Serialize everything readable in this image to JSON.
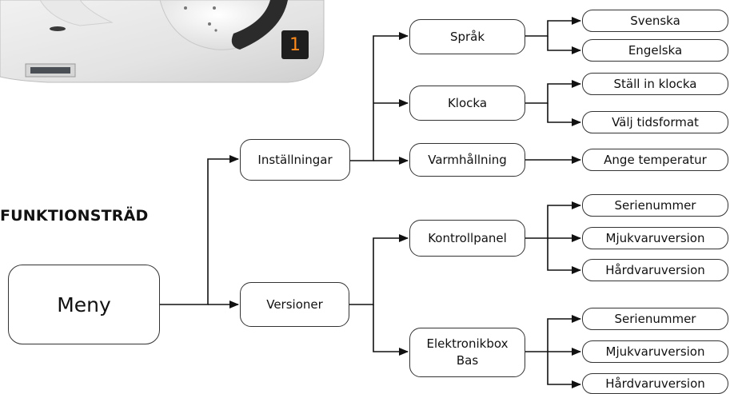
{
  "badge": {
    "number": "1"
  },
  "title": "FUNKTIONSTRÄD",
  "root": "Meny",
  "settings": {
    "label": "Inställningar",
    "sprak": {
      "label": "Språk",
      "children": [
        "Svenska",
        "Engelska"
      ]
    },
    "klocka": {
      "label": "Klocka",
      "children": [
        "Ställ in klocka",
        "Välj tidsformat"
      ]
    },
    "varmhallning": {
      "label": "Varmhållning",
      "children": [
        "Ange temperatur"
      ]
    }
  },
  "versions": {
    "label": "Versioner",
    "kontrollpanel": {
      "label": "Kontrollpanel",
      "children": [
        "Serienummer",
        "Mjukvaruversion",
        "Hårdvaruversion"
      ]
    },
    "elektronikbox": {
      "label_line1": "Elektronikbox",
      "label_line2": "Bas",
      "children": [
        "Serienummer",
        "Mjukvaruversion",
        "Hårdvaruversion"
      ]
    }
  }
}
